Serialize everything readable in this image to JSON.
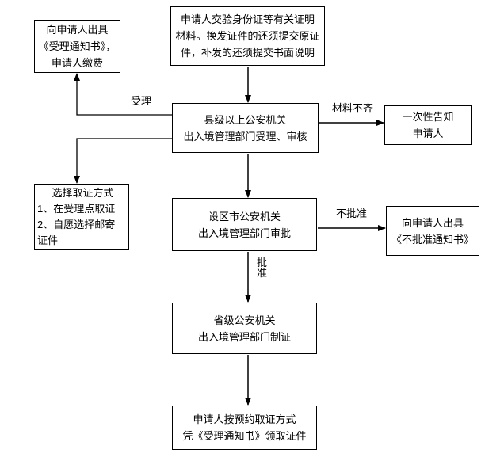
{
  "diagram": {
    "title_hint": "出入境证件申请审批流程图",
    "colors": {
      "line": "#000000",
      "text": "#000000",
      "background": "#ffffff"
    },
    "nodes": {
      "top": {
        "lines": [
          "申请人交验身份证等有关证明",
          "材料。换发证件的还须提交原证",
          "件，补发的还须提交书面说明"
        ]
      },
      "acceptance_notice": {
        "lines": [
          "向申请人出具",
          "《受理通知书》，",
          "申请人缴费"
        ]
      },
      "county": {
        "lines": [
          "县级以上公安机关",
          "出入境管理部门受理、审核"
        ]
      },
      "one_time_notice": {
        "lines": [
          "一次性告知",
          "申请人"
        ]
      },
      "choose_method": {
        "lines": [
          "选择取证方式",
          "1、在受理点取证",
          "2、自愿选择邮寄",
          "证件"
        ]
      },
      "city": {
        "lines": [
          "设区市公安机关",
          "出入境管理部门审批"
        ]
      },
      "reject_notice": {
        "lines": [
          "向申请人出具",
          "《不批准通知书》"
        ]
      },
      "province": {
        "lines": [
          "省级公安机关",
          "出入境管理部门制证"
        ]
      },
      "pickup": {
        "lines": [
          "申请人按预约取证方式",
          "凭《受理通知书》领取证件"
        ]
      }
    },
    "edges": [
      {
        "from": "top",
        "to": "county",
        "label": ""
      },
      {
        "from": "county",
        "to": "acceptance_notice",
        "label": "受理"
      },
      {
        "from": "county",
        "to": "one_time_notice",
        "label": "材料不齐"
      },
      {
        "from": "county",
        "to": "choose_method",
        "label": ""
      },
      {
        "from": "county",
        "to": "city",
        "label": ""
      },
      {
        "from": "city",
        "to": "reject_notice",
        "label": "不批准"
      },
      {
        "from": "city",
        "to": "province",
        "label": "批准"
      },
      {
        "from": "province",
        "to": "pickup",
        "label": ""
      }
    ]
  }
}
